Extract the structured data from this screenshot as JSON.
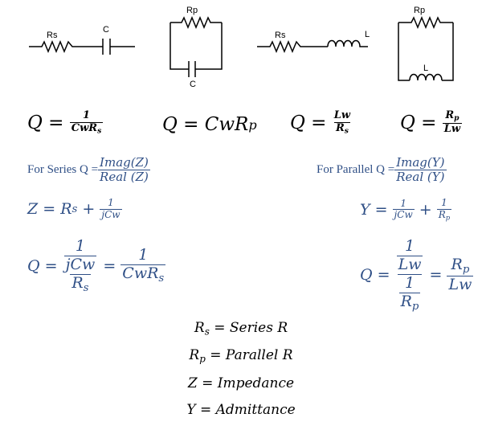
{
  "circuits": {
    "series_rc": {
      "r_label": "Rs",
      "c_label": "C"
    },
    "parallel_rc": {
      "r_label": "Rp",
      "c_label": "C"
    },
    "series_rl": {
      "r_label": "Rs",
      "l_label": "L"
    },
    "parallel_rl": {
      "r_label": "Rp",
      "l_label": "L"
    }
  },
  "top_equations": {
    "q": "Q",
    "eq1_rhs_num": "1",
    "eq1_rhs_den": "CwR",
    "eq1_rhs_den_sub": "s",
    "eq2_rhs": "CwR",
    "eq2_rhs_sub": "p",
    "eq3_rhs_num": "Lw",
    "eq3_rhs_den": "R",
    "eq3_rhs_den_sub": "s",
    "eq4_rhs_num": "R",
    "eq4_rhs_num_sub": "p",
    "eq4_rhs_den": "Lw"
  },
  "series": {
    "def_label": "For Series Q",
    "def_num": "Imag(Z)",
    "def_den": "Real (Z)",
    "z_lhs": "Z",
    "z_r": "R",
    "z_r_sub": "s",
    "z_num": "1",
    "z_den": "jCw",
    "q_lhs": "Q",
    "q_inner_num": "1",
    "q_inner_den": "jCw",
    "q_outer_den": "R",
    "q_outer_den_sub": "s",
    "q_rhs_num": "1",
    "q_rhs_den": "CwR",
    "q_rhs_den_sub": "s"
  },
  "parallel": {
    "def_label": "For Parallel Q",
    "def_num": "Imag(Y)",
    "def_den": "Real (Y)",
    "y_lhs": "Y",
    "y_num1": "1",
    "y_den1": "jCw",
    "y_num2": "1",
    "y_den2": "R",
    "y_den2_sub": "p",
    "q_lhs": "Q",
    "q_top_num": "1",
    "q_top_den": "Lw",
    "q_bot_num": "1",
    "q_bot_den": "R",
    "q_bot_den_sub": "p",
    "q_rhs_num": "R",
    "q_rhs_num_sub": "p",
    "q_rhs_den": "Lw"
  },
  "definitions": [
    {
      "symbol": "R",
      "sub": "s",
      "meaning": "Series R"
    },
    {
      "symbol": "R",
      "sub": "p",
      "meaning": "Parallel R"
    },
    {
      "symbol": "Z",
      "sub": "",
      "meaning": "Impedance"
    },
    {
      "symbol": "Y",
      "sub": "",
      "meaning": "Admittance"
    }
  ]
}
